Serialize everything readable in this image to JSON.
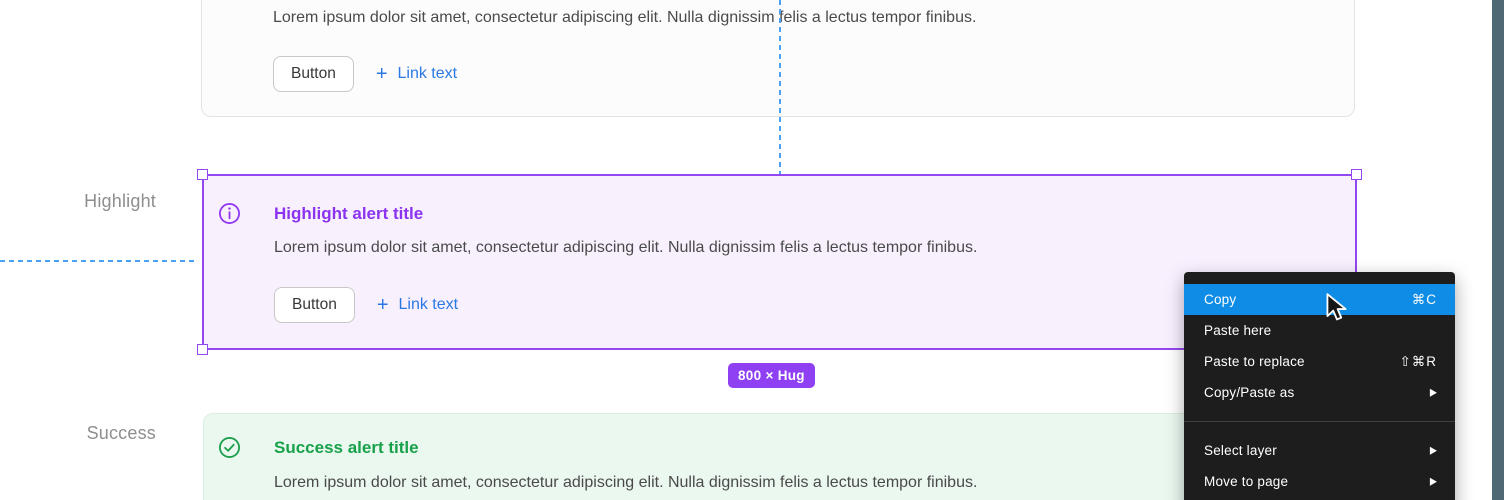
{
  "side_labels": {
    "highlight": "Highlight",
    "success": "Success"
  },
  "lorem": "Lorem ipsum dolor sit amet, consectetur adipiscing elit. Nulla dignissim felis a lectus tempor finibus.",
  "alerts": {
    "top": {
      "button": "Button",
      "plus": "+",
      "link": "Link text"
    },
    "highlight": {
      "title": "Highlight alert title",
      "button": "Button",
      "plus": "+",
      "link": "Link text"
    },
    "success": {
      "title": "Success alert title"
    }
  },
  "size_badge": {
    "label": "800 × Hug"
  },
  "context_menu": {
    "items": [
      {
        "label": "Copy",
        "shortcut": "⌘C"
      },
      {
        "label": "Paste here",
        "shortcut": ""
      },
      {
        "label": "Paste to replace",
        "shortcut": "⇧⌘R"
      },
      {
        "label": "Copy/Paste as",
        "submenu": "▶"
      },
      {
        "label": "Select layer",
        "submenu": "▶"
      },
      {
        "label": "Move to page",
        "submenu": "▶"
      }
    ]
  },
  "colors": {
    "selection_purple": "#9347f0",
    "highlight_title": "#8b33f0",
    "highlight_bg": "#f9f0fe",
    "success_green": "#17a24a",
    "success_bg": "#ebf8f0",
    "link_blue": "#2b78e4",
    "guide_blue": "#4aa0f4",
    "menu_bg": "#1d1d1d",
    "menu_highlight": "#0f8ce6",
    "badge_purple": "#8e40f2",
    "right_strip": "#4e6973"
  }
}
